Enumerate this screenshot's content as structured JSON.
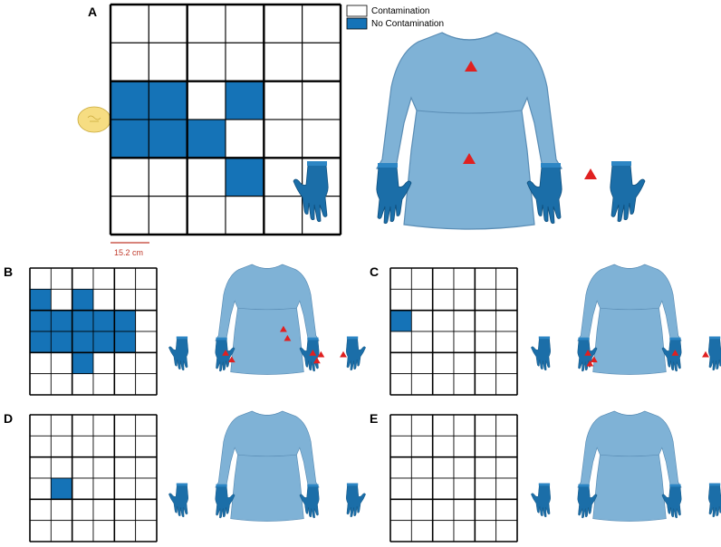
{
  "legend": {
    "contamination_label": "Contamination",
    "no_contamination_label": "No Contamination"
  },
  "colors": {
    "grid_fill": "#ffffff",
    "no_contamination_fill": "#1573b7",
    "gown_fill": "#7fb2d6",
    "gown_stroke": "#5a8db5",
    "glove_fill": "#1b6ea8",
    "marker": "#e02020",
    "plate": "#f6dd82",
    "scale_bar": "#c0392b"
  },
  "scale_bar": {
    "label": "15.2 cm"
  },
  "panels": [
    {
      "label": "A",
      "rows": 6,
      "cols": 6,
      "filled_cells": [
        [
          2,
          0
        ],
        [
          2,
          1
        ],
        [
          2,
          3
        ],
        [
          3,
          0
        ],
        [
          3,
          1
        ],
        [
          3,
          2
        ],
        [
          4,
          3
        ]
      ],
      "markers": [
        "chest-right",
        "abdomen-left",
        "right-wrist"
      ]
    },
    {
      "label": "B",
      "rows": 6,
      "cols": 6,
      "filled_cells": [
        [
          1,
          0
        ],
        [
          1,
          2
        ],
        [
          2,
          0
        ],
        [
          2,
          1
        ],
        [
          2,
          2
        ],
        [
          2,
          3
        ],
        [
          2,
          4
        ],
        [
          3,
          0
        ],
        [
          3,
          1
        ],
        [
          3,
          2
        ],
        [
          3,
          3
        ],
        [
          3,
          4
        ],
        [
          4,
          2
        ]
      ],
      "markers": [
        "abdomen-right-1",
        "abdomen-right-2",
        "left-glove-inner-1",
        "left-glove-inner-2",
        "right-glove-inner-1",
        "right-glove-inner-2",
        "right-glove-inner-3",
        "right-glove-outer"
      ]
    },
    {
      "label": "C",
      "rows": 6,
      "cols": 6,
      "filled_cells": [
        [
          2,
          0
        ]
      ],
      "markers": [
        "left-glove-inner-1",
        "left-glove-inner-2",
        "left-glove-inner-3",
        "right-glove-inner-1",
        "right-glove-outer"
      ]
    },
    {
      "label": "D",
      "rows": 6,
      "cols": 6,
      "filled_cells": [
        [
          3,
          1
        ]
      ],
      "markers": []
    },
    {
      "label": "E",
      "rows": 6,
      "cols": 6,
      "filled_cells": [],
      "markers": []
    }
  ]
}
